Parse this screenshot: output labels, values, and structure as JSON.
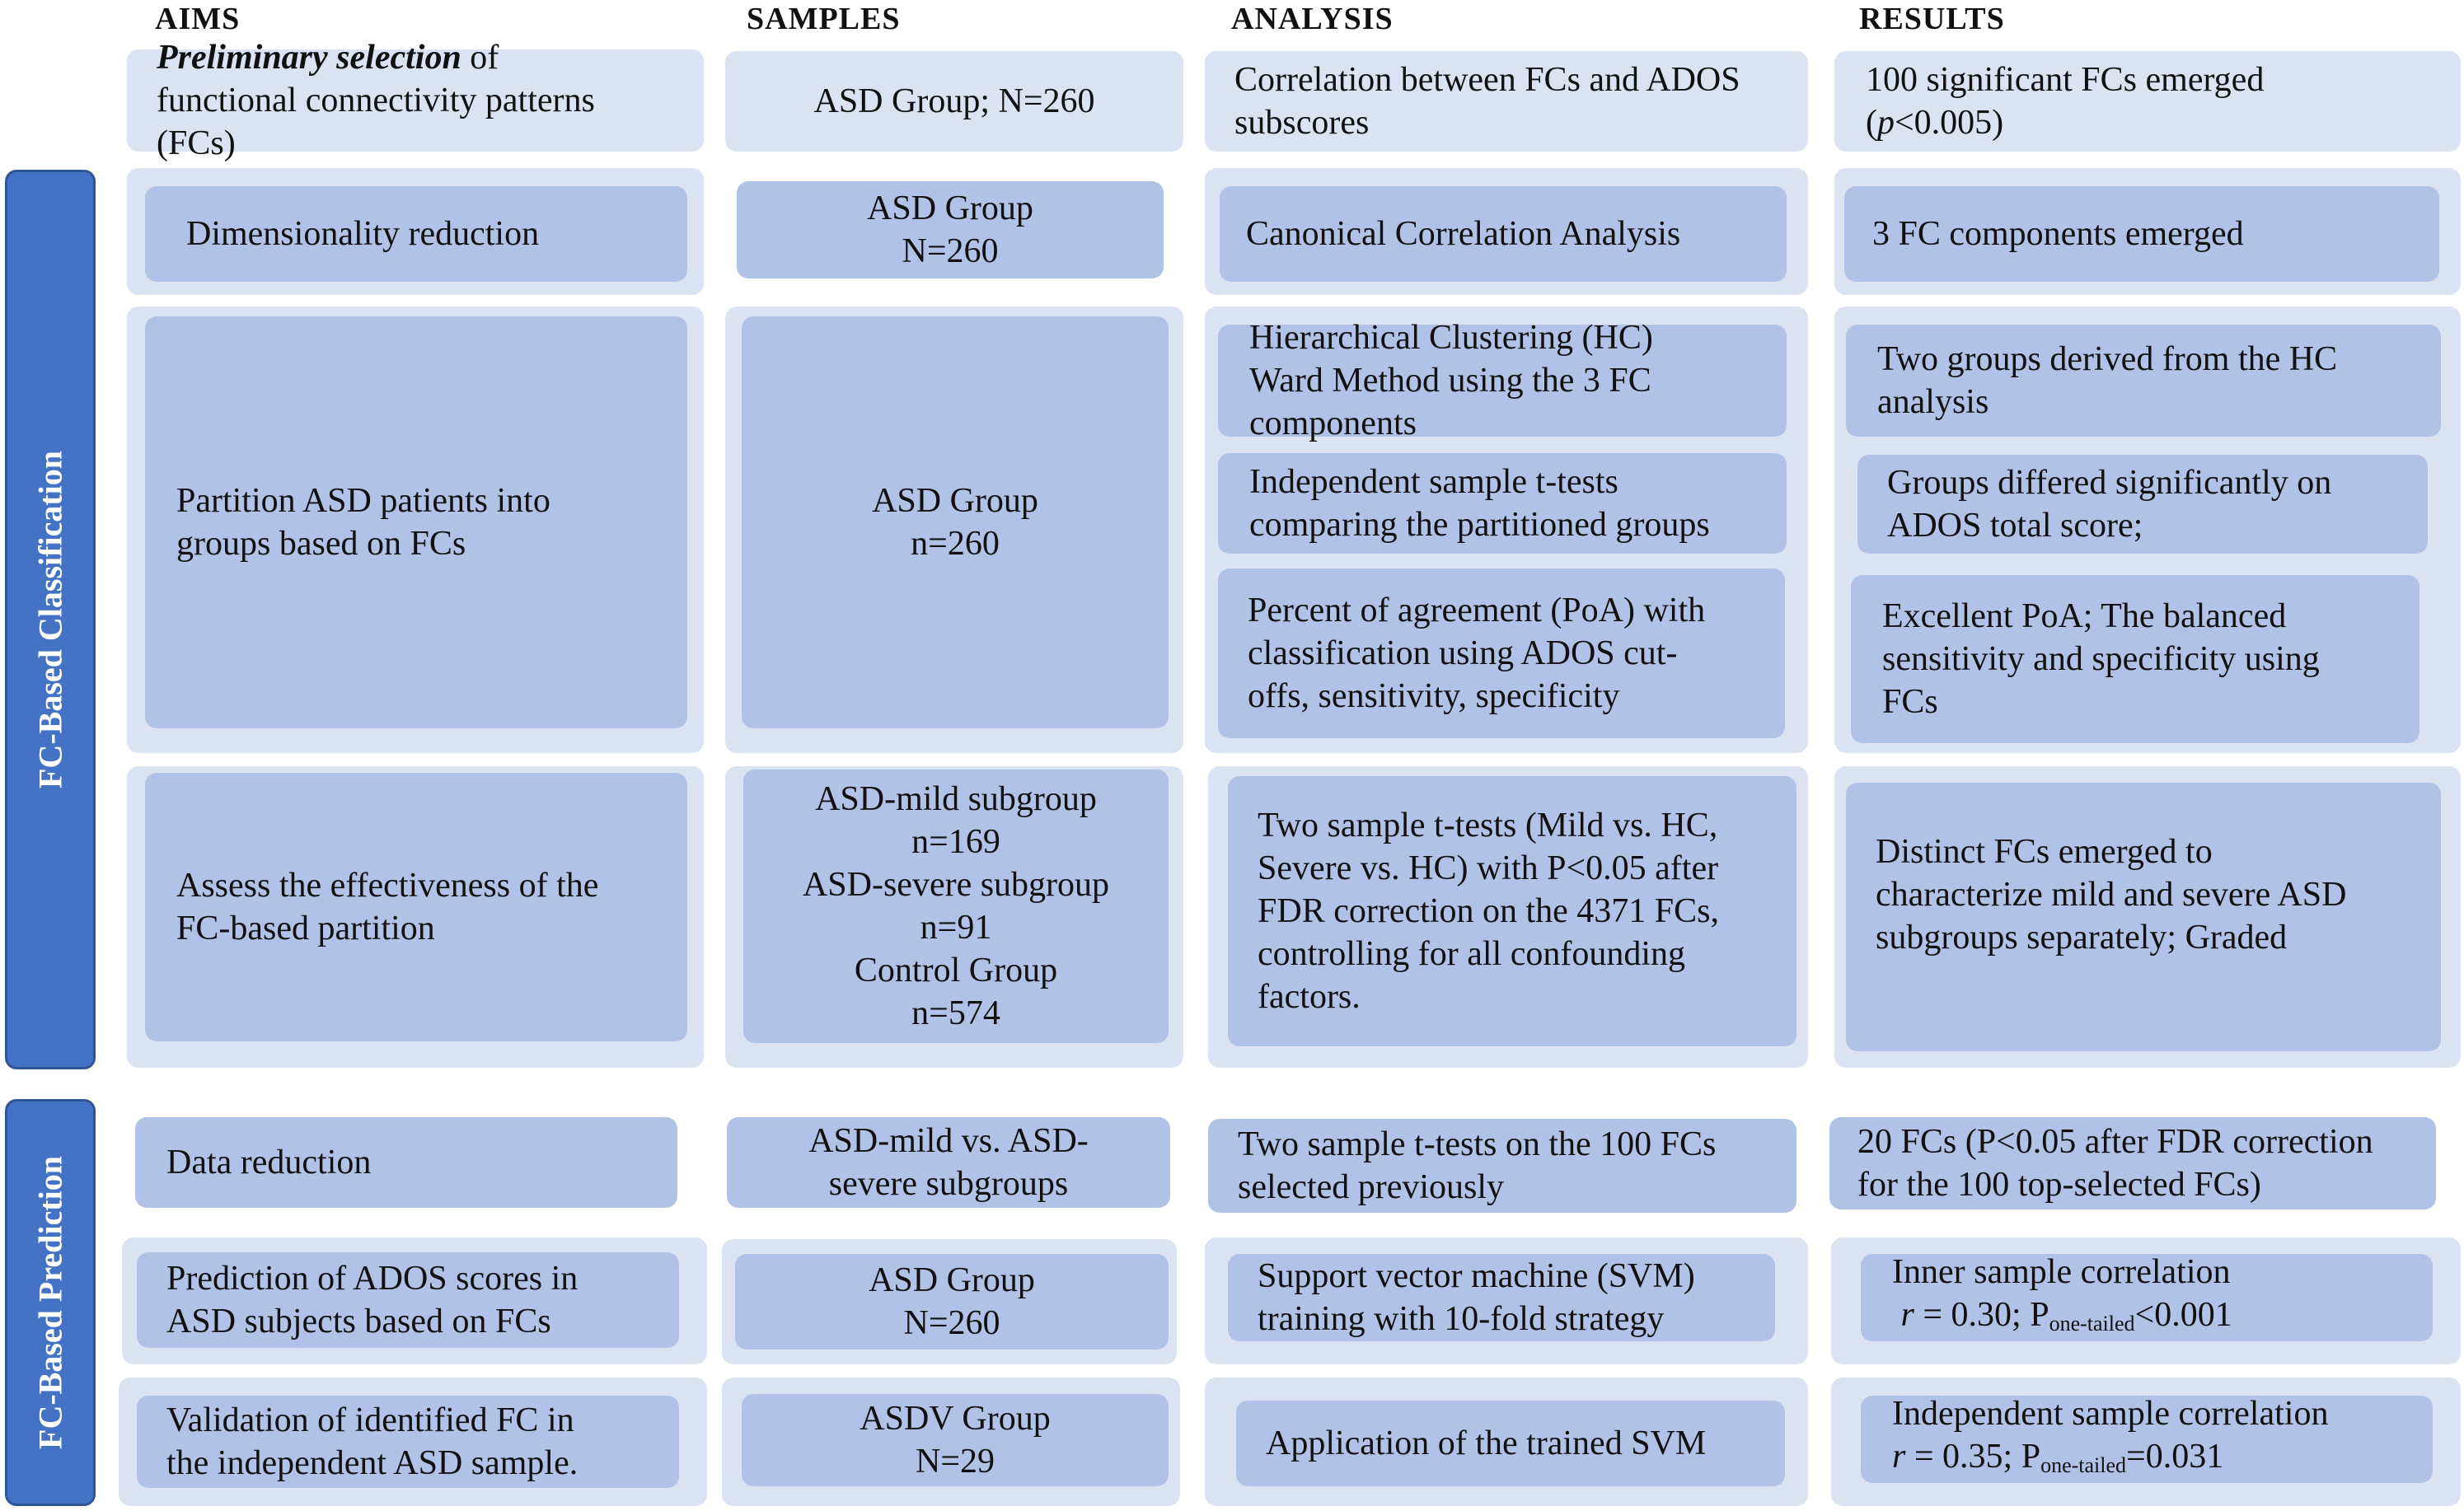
{
  "headers": {
    "aims": "AIMS",
    "samples": "SAMPLES",
    "analysis": "ANALYSIS",
    "results": "RESULTS"
  },
  "side_labels": {
    "classification": "FC-Based Classification",
    "prediction": "FC-Based Prediction"
  },
  "row1": {
    "aims_bold_italic": "Preliminary selection",
    "aims_rest": " of",
    "aims_line2": "functional connectivity patterns",
    "aims_line3": "(FCs)",
    "samples": "ASD Group; N=260",
    "analysis_line1": "Correlation between FCs and ADOS",
    "analysis_line2": "subscores",
    "results_line1": "100 significant FCs emerged",
    "results_paren_open": "(",
    "results_p": "p",
    "results_rest": "<0.005)"
  },
  "row2": {
    "aims": "Dimensionality reduction",
    "samples_line1": "ASD Group",
    "samples_line2": "N=260",
    "analysis": "Canonical Correlation Analysis",
    "results": "3 FC components emerged"
  },
  "row3": {
    "aims_line1": "Partition ASD patients into",
    "aims_line2": "groups based on FCs",
    "samples_line1": "ASD Group",
    "samples_line2": "n=260",
    "analysis_a_line1": "Hierarchical Clustering (HC)",
    "analysis_a_line2": "Ward Method using the 3 FC",
    "analysis_a_line3": "components",
    "analysis_b_line1": "Independent sample t-tests",
    "analysis_b_line2": "comparing the partitioned groups",
    "analysis_c_line1": "Percent of agreement (PoA) with",
    "analysis_c_line2": "classification using ADOS cut-",
    "analysis_c_line3": "offs, sensitivity, specificity",
    "results_a_line1": "Two groups derived from the HC",
    "results_a_line2": "analysis",
    "results_b_line1": "Groups differed significantly on",
    "results_b_line2": "ADOS total score;",
    "results_c_line1": "Excellent PoA; The balanced",
    "results_c_line2": "sensitivity and specificity using",
    "results_c_line3": "FCs"
  },
  "row4": {
    "aims_line1": "Assess the effectiveness of the",
    "aims_line2": "FC-based partition",
    "samples_line1": "ASD-mild subgroup",
    "samples_line2": "n=169",
    "samples_line3": "ASD-severe subgroup",
    "samples_line4": "n=91",
    "samples_line5": "Control Group",
    "samples_line6": "n=574",
    "analysis_line1": "Two sample t-tests (Mild vs. HC,",
    "analysis_line2": "Severe vs. HC) with P<0.05 after",
    "analysis_line3": "FDR correction on the 4371 FCs,",
    "analysis_line4": "controlling for all confounding",
    "analysis_line5": "factors.",
    "results_line1": "Distinct FCs emerged to",
    "results_line2": "characterize mild and severe ASD",
    "results_line3": "subgroups separately; Graded"
  },
  "row5": {
    "aims": "Data reduction",
    "samples_line1": "ASD-mild vs. ASD-",
    "samples_line2": "severe subgroups",
    "analysis_line1": "Two sample t-tests on the 100 FCs",
    "analysis_line2": "selected previously",
    "results_line1": "20 FCs (P<0.05 after FDR correction",
    "results_line2": "for the 100 top-selected FCs)"
  },
  "row6": {
    "aims_line1": "Prediction of ADOS scores in",
    "aims_line2": "ASD subjects based on FCs",
    "samples_line1": "ASD Group",
    "samples_line2": "N=260",
    "analysis_line1": "Support vector machine (SVM)",
    "analysis_line2": "training with 10-fold strategy",
    "results_line1": "Inner sample correlation",
    "results_r": "r",
    "results_mid": " = 0.30;  P",
    "results_sub": "one-tailed",
    "results_end": "<0.001"
  },
  "row7": {
    "aims_line1": "Validation of identified FC in",
    "aims_line2": "the independent ASD sample.",
    "samples_line1": "ASDV Group",
    "samples_line2": "N=29",
    "analysis": "Application of the trained SVM",
    "results_line1": "Independent sample correlation",
    "results_r": "r",
    "results_mid": " = 0.35; P",
    "results_sub": "one-tailed",
    "results_end": "=0.031"
  },
  "colors": {
    "outer_box": "#dbe3f3",
    "inner_box": "#b0c3e6",
    "side_bar": "#4472c4",
    "side_bar_border": "#2f5597"
  }
}
